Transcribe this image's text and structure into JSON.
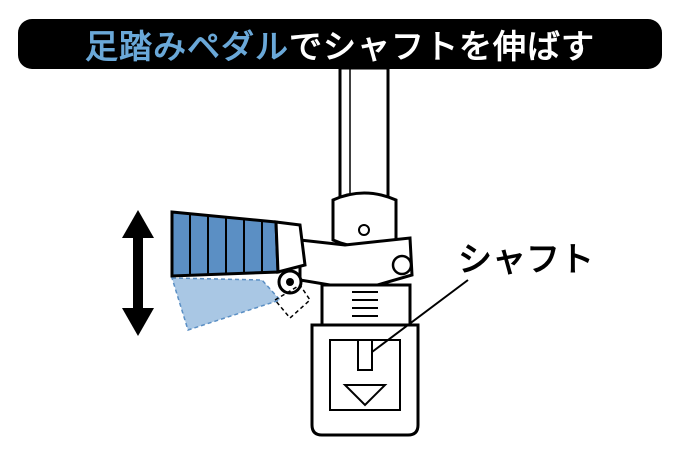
{
  "title": {
    "highlight": "足踏みペダル",
    "rest": "でシャフトを伸ばす"
  },
  "callout_label": "シャフト",
  "colors": {
    "accent": "#6aa8d8",
    "pedal": "#5b8fc4",
    "banner": "#000000"
  }
}
